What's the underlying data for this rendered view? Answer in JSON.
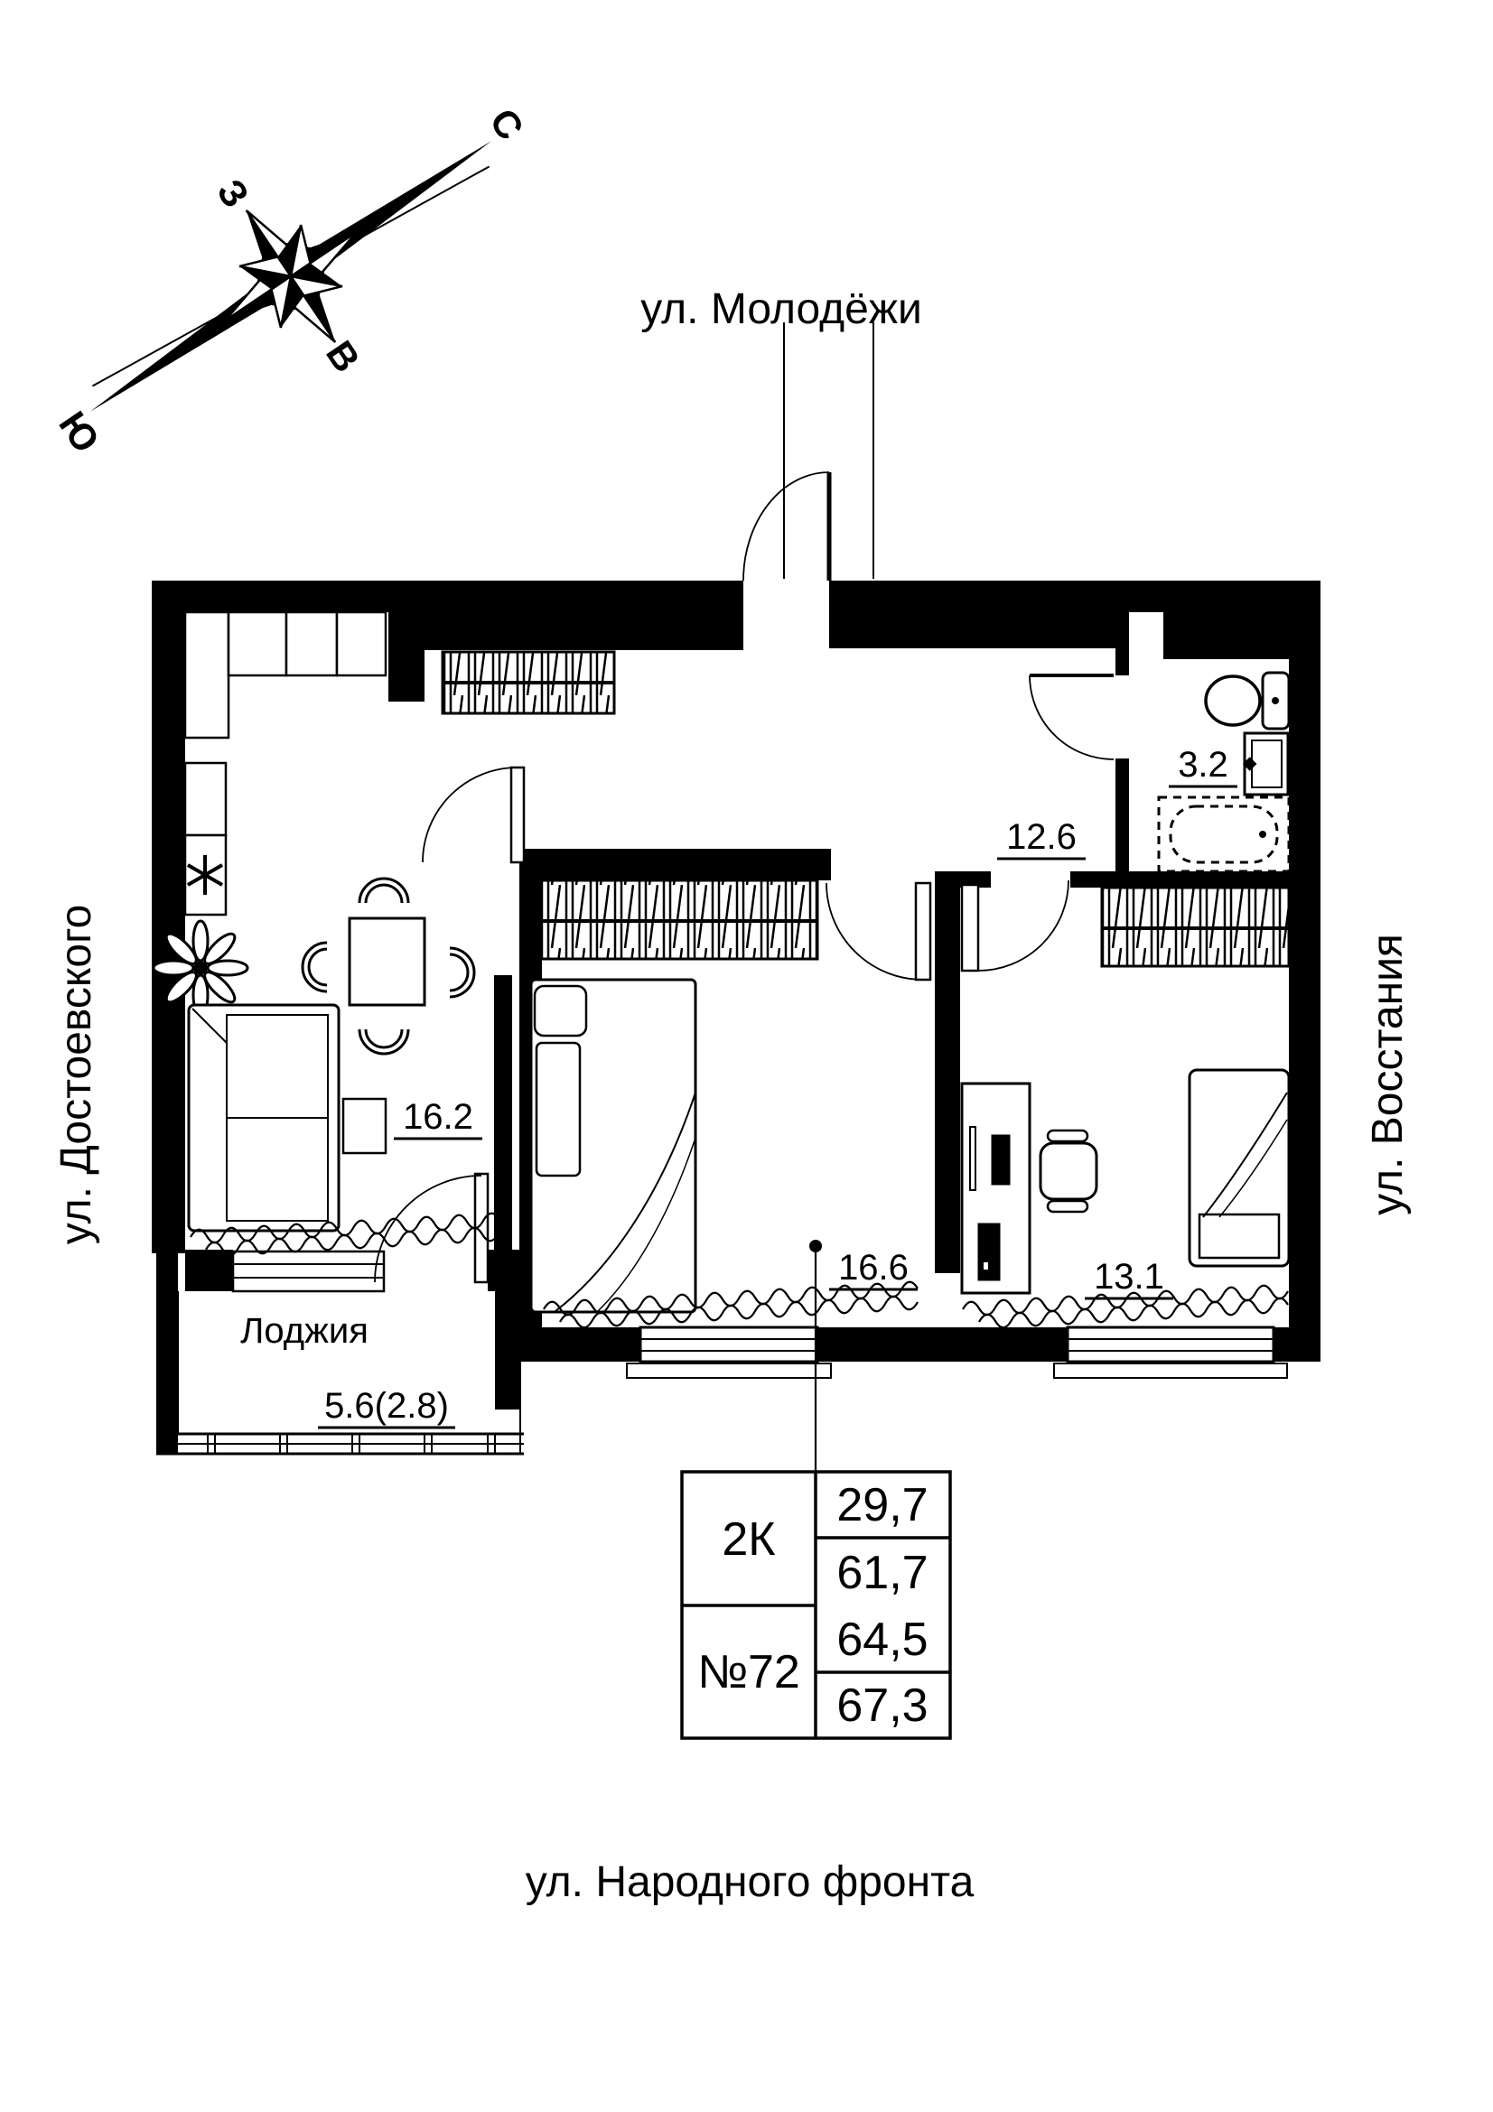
{
  "document": {
    "type": "apartment-floor-plan"
  },
  "streets": {
    "top": "ул. Молодёжи",
    "left": "ул. Достоевского",
    "right": "ул. Восстания",
    "bottom": "ул. Народного фронта"
  },
  "compass": {
    "north": "С",
    "south": "Ю",
    "west": "З",
    "east": "В"
  },
  "rooms": {
    "kitchen_living": {
      "area_label": "16.2"
    },
    "hallway": {
      "area_label": "12.6"
    },
    "bathroom": {
      "area_label": "3.2"
    },
    "bedroom_main": {
      "area_label": "16.6"
    },
    "bedroom_second": {
      "area_label": "13.1"
    },
    "loggia": {
      "name_label": "Лоджия",
      "area_label": "5.6(2.8)"
    }
  },
  "info_table": {
    "type_label": "2К",
    "number_label": "№72",
    "values": [
      "29,7",
      "61,7",
      "64,5",
      "67,3"
    ]
  },
  "colors": {
    "ink": "#000000",
    "paper": "#ffffff"
  },
  "icons": [
    "compass-rose-icon",
    "toilet-icon",
    "sink-icon",
    "bathtub-icon",
    "stove-burner-icon",
    "plant-icon",
    "sofa-icon",
    "dining-table-icon",
    "chair-icon",
    "bed-icon",
    "desk-icon",
    "office-chair-icon",
    "wardrobe-icon",
    "radiator-icon",
    "door-arc-icon",
    "window-icon"
  ]
}
